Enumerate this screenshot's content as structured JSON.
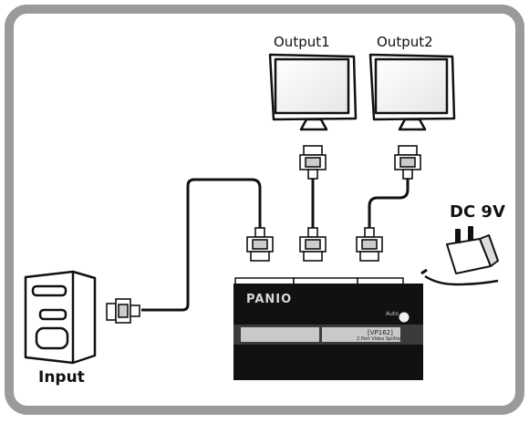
{
  "labels": {
    "output1": "Output1",
    "output2": "Output2",
    "power": "DC 9V",
    "input": "Input"
  },
  "device": {
    "brand": "PANIO",
    "button_label": "Auto",
    "model": "[VP162]",
    "description": "2 Port Video Splitter"
  },
  "icons": [
    "monitor-icon",
    "monitor-icon",
    "vga-connector-icon",
    "power-adapter-icon",
    "pc-tower-icon",
    "splitter-device-icon"
  ],
  "colors": {
    "frame": "#9a9a9a",
    "device": "#111111",
    "line": "#111111"
  }
}
